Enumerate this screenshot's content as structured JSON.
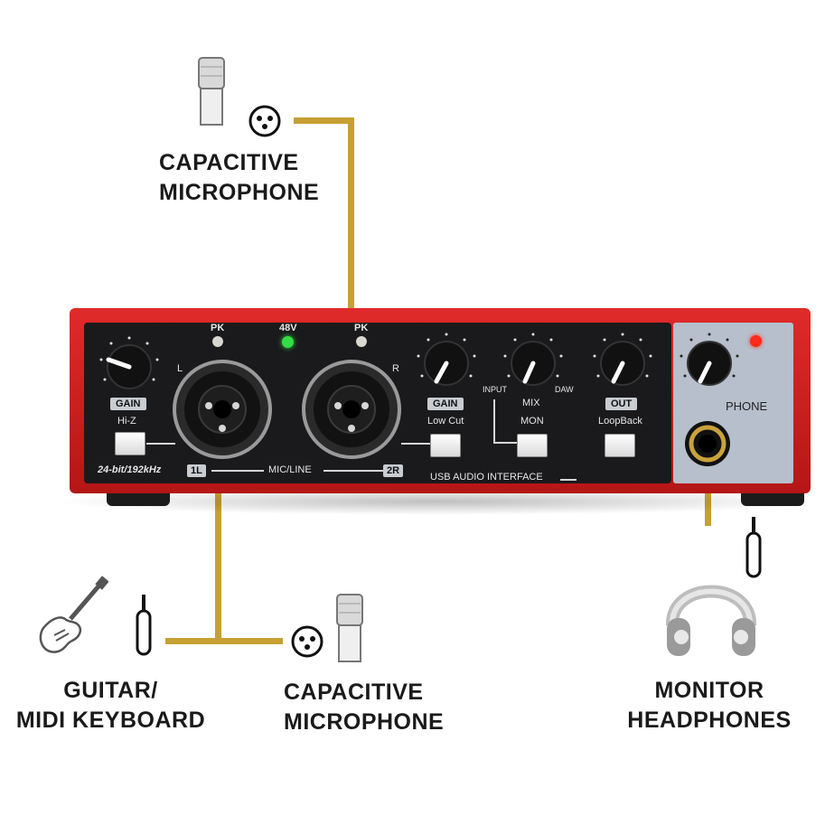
{
  "labels": {
    "top_mic": [
      "CAPACITIVE",
      "MICROPHONE"
    ],
    "bottom_mic": [
      "CAPACITIVE",
      "MICROPHONE"
    ],
    "guitar": [
      "GUITAR/",
      "MIDI KEYBOARD"
    ],
    "headphones": [
      "MONITOR",
      "HEADPHONES"
    ]
  },
  "panel": {
    "pk_left": "PK",
    "v48": "48V",
    "pk_right": "PK",
    "l": "L",
    "r": "R",
    "gain_left": "GAIN",
    "hiz": "Hi-Z",
    "spec": "24-bit/192kHz",
    "ch1": "1L",
    "mic_line": "MIC/LINE",
    "ch2": "2R",
    "gain_right": "GAIN",
    "lowcut": "Low Cut",
    "input": "INPUT",
    "mix": "MIX",
    "daw": "DAW",
    "mon": "MON",
    "out": "OUT",
    "loopback": "LoopBack",
    "usb": "USB AUDIO INTERFACE",
    "phone": "PHONE"
  },
  "colors": {
    "chassis": "#d42020",
    "panel": "#1a1a1c",
    "phone_panel": "#b6bfcb",
    "cable": "#c7a033",
    "led_green": "#33dd44",
    "led_red": "#ff2a1a"
  },
  "icons": [
    "microphone-icon",
    "xlr-icon",
    "guitar-icon",
    "jack-plug-icon",
    "headphones-icon"
  ]
}
